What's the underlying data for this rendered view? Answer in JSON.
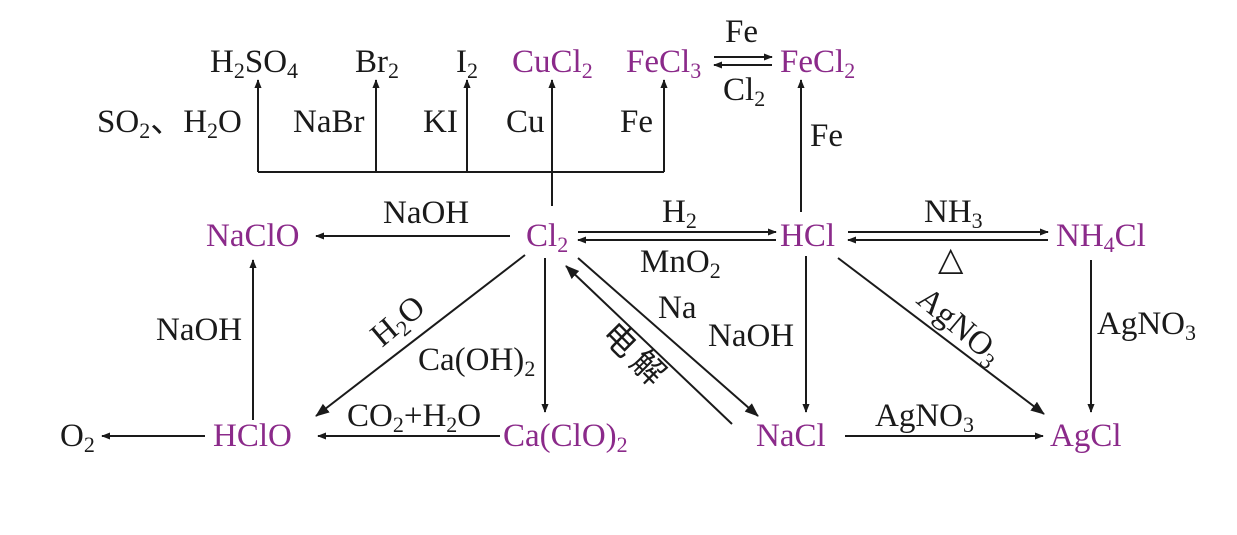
{
  "colors": {
    "compound": "#8b2a8a",
    "reagent": "#1a1a1a",
    "arrow": "#1a1a1a"
  },
  "nodes": [
    {
      "id": "h2so4",
      "parts": [
        [
          "H",
          ""
        ],
        [
          "2",
          "sub"
        ],
        [
          "SO",
          ""
        ],
        [
          "4",
          "sub"
        ]
      ],
      "color": "reagent"
    },
    {
      "id": "br2",
      "parts": [
        [
          "Br",
          ""
        ],
        [
          "2",
          "sub"
        ]
      ],
      "color": "reagent"
    },
    {
      "id": "i2",
      "parts": [
        [
          "I",
          ""
        ],
        [
          "2",
          "sub"
        ]
      ],
      "color": "reagent"
    },
    {
      "id": "cucl2",
      "parts": [
        [
          "CuCl",
          ""
        ],
        [
          "2",
          "sub"
        ]
      ],
      "color": "compound"
    },
    {
      "id": "fecl3",
      "parts": [
        [
          "FeCl",
          ""
        ],
        [
          "3",
          "sub"
        ]
      ],
      "color": "compound"
    },
    {
      "id": "fecl2",
      "parts": [
        [
          "FeCl",
          ""
        ],
        [
          "2",
          "sub"
        ]
      ],
      "color": "compound"
    },
    {
      "id": "naclo",
      "parts": [
        [
          "NaClO",
          ""
        ]
      ],
      "color": "compound"
    },
    {
      "id": "cl2",
      "parts": [
        [
          "Cl",
          ""
        ],
        [
          "2",
          "sub"
        ]
      ],
      "color": "compound"
    },
    {
      "id": "hcl",
      "parts": [
        [
          "HCl",
          ""
        ]
      ],
      "color": "compound"
    },
    {
      "id": "nh4cl",
      "parts": [
        [
          "NH",
          ""
        ],
        [
          "4",
          "sub"
        ],
        [
          "Cl",
          ""
        ]
      ],
      "color": "compound"
    },
    {
      "id": "o2",
      "parts": [
        [
          "O",
          ""
        ],
        [
          "2",
          "sub"
        ]
      ],
      "color": "reagent"
    },
    {
      "id": "hclo",
      "parts": [
        [
          "HClO",
          ""
        ]
      ],
      "color": "compound"
    },
    {
      "id": "caclo2",
      "parts": [
        [
          "Ca(ClO)",
          ""
        ],
        [
          "2",
          "sub"
        ]
      ],
      "color": "compound"
    },
    {
      "id": "nacl",
      "parts": [
        [
          "NaCl",
          ""
        ]
      ],
      "color": "compound"
    },
    {
      "id": "agcl",
      "parts": [
        [
          "AgCl",
          ""
        ]
      ],
      "color": "compound"
    }
  ],
  "reagents": [
    {
      "id": "so2-h2o",
      "parts": [
        [
          "SO",
          ""
        ],
        [
          "2",
          "sub"
        ],
        [
          "、H",
          ""
        ],
        [
          "2",
          "sub"
        ],
        [
          "O",
          ""
        ]
      ]
    },
    {
      "id": "nabr",
      "parts": [
        [
          "NaBr",
          ""
        ]
      ]
    },
    {
      "id": "ki",
      "parts": [
        [
          "KI",
          ""
        ]
      ]
    },
    {
      "id": "cu",
      "parts": [
        [
          "Cu",
          ""
        ]
      ]
    },
    {
      "id": "fe-top",
      "parts": [
        [
          "Fe",
          ""
        ]
      ]
    },
    {
      "id": "fe-fecl3",
      "parts": [
        [
          "Fe",
          ""
        ]
      ]
    },
    {
      "id": "cl2-fecl2",
      "parts": [
        [
          "Cl",
          ""
        ],
        [
          "2",
          "sub"
        ]
      ]
    },
    {
      "id": "fe-right",
      "parts": [
        [
          "Fe",
          ""
        ]
      ]
    },
    {
      "id": "naoh-top",
      "parts": [
        [
          "NaOH",
          ""
        ]
      ]
    },
    {
      "id": "h2",
      "parts": [
        [
          "H",
          ""
        ],
        [
          "2",
          "sub"
        ]
      ]
    },
    {
      "id": "mno2",
      "parts": [
        [
          "MnO",
          ""
        ],
        [
          "2",
          "sub"
        ]
      ]
    },
    {
      "id": "nh3",
      "parts": [
        [
          "NH",
          ""
        ],
        [
          "3",
          "sub"
        ]
      ]
    },
    {
      "id": "heat",
      "parts": [
        [
          "△",
          ""
        ]
      ]
    },
    {
      "id": "naoh-left",
      "parts": [
        [
          "NaOH",
          ""
        ]
      ]
    },
    {
      "id": "h2o",
      "parts": [
        [
          "H",
          ""
        ],
        [
          "2",
          "sub"
        ],
        [
          "O",
          ""
        ]
      ]
    },
    {
      "id": "caoh2",
      "parts": [
        [
          "Ca(OH)",
          ""
        ],
        [
          "2",
          "sub"
        ]
      ]
    },
    {
      "id": "na",
      "parts": [
        [
          "Na",
          ""
        ]
      ]
    },
    {
      "id": "electrolysis",
      "parts": [
        [
          "电解",
          ""
        ]
      ]
    },
    {
      "id": "naoh-mid",
      "parts": [
        [
          "NaOH",
          ""
        ]
      ]
    },
    {
      "id": "agno3-diag",
      "parts": [
        [
          "AgNO",
          ""
        ],
        [
          "3",
          "sub"
        ]
      ]
    },
    {
      "id": "agno3-right",
      "parts": [
        [
          "AgNO",
          ""
        ],
        [
          "3",
          "sub"
        ]
      ]
    },
    {
      "id": "co2-h2o",
      "parts": [
        [
          "CO",
          ""
        ],
        [
          "2",
          "sub"
        ],
        [
          "+H",
          ""
        ],
        [
          "2",
          "sub"
        ],
        [
          "O",
          ""
        ]
      ]
    },
    {
      "id": "agno3-bottom",
      "parts": [
        [
          "AgNO",
          ""
        ],
        [
          "3",
          "sub"
        ]
      ]
    }
  ]
}
